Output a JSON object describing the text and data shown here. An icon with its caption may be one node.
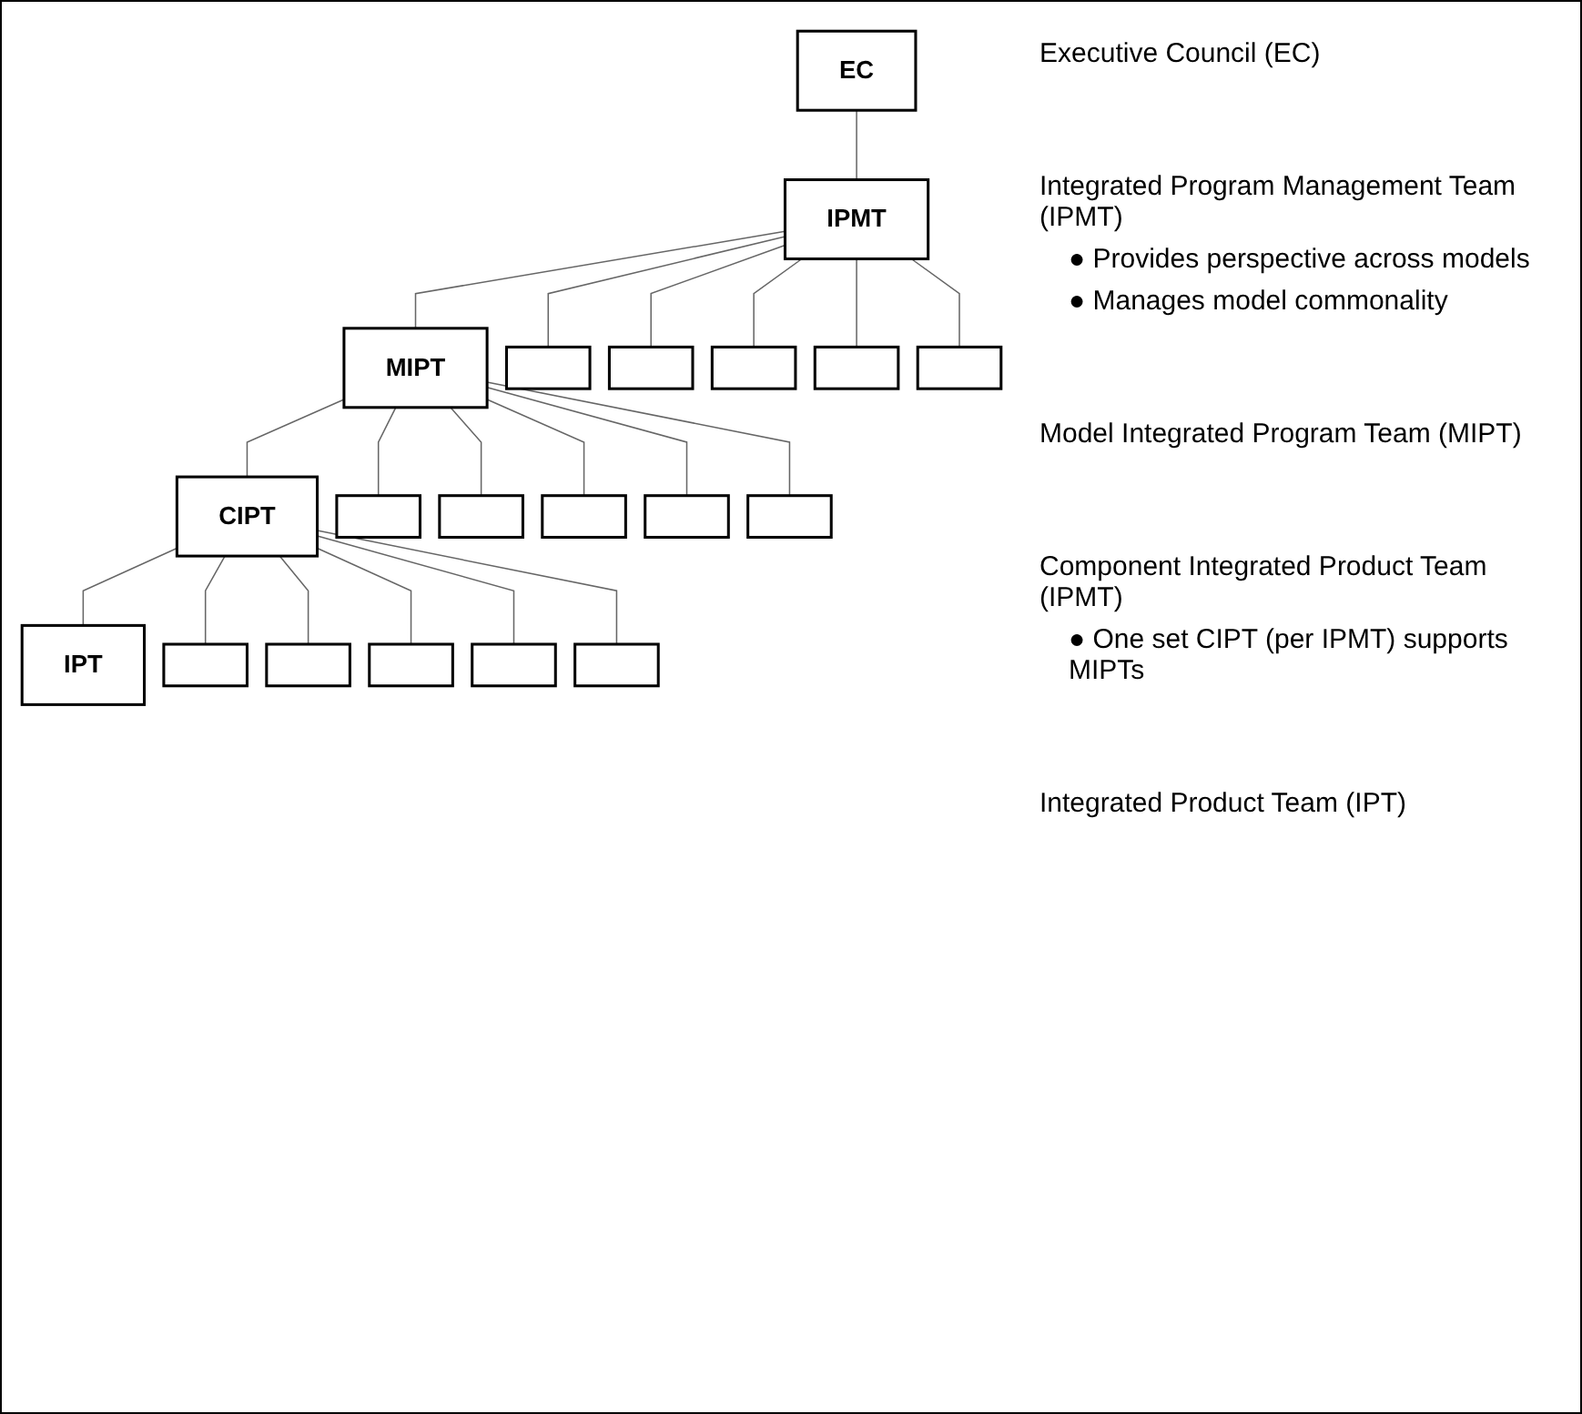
{
  "diagram": {
    "nodes": [
      {
        "text": [
          "EC"
        ]
      },
      {
        "text": [
          "IPMT"
        ]
      },
      {
        "text": [
          "MIPT"
        ]
      },
      {
        "text": [],
        "shape": "box"
      },
      {
        "text": [],
        "shape": "box"
      },
      {
        "text": [],
        "shape": "box"
      },
      {
        "text": [],
        "shape": "box"
      },
      {
        "text": [],
        "shape": "box"
      },
      {
        "text": [
          "CIPT"
        ]
      },
      {
        "text": [],
        "shape": "box"
      },
      {
        "text": [],
        "shape": "box"
      },
      {
        "text": [],
        "shape": "box"
      },
      {
        "text": [],
        "shape": "box"
      },
      {
        "text": [],
        "shape": "box"
      },
      {
        "text": [
          "IPT"
        ]
      },
      {
        "text": [],
        "shape": "box"
      },
      {
        "text": [],
        "shape": "box"
      },
      {
        "text": [],
        "shape": "box"
      },
      {
        "text": [],
        "shape": "box"
      },
      {
        "text": [],
        "shape": "box"
      }
    ],
    "edges": [
      {
        "from": 0,
        "to": 1,
        "arrow": "none"
      },
      {
        "from": 1,
        "to": 2,
        "arrow": "none"
      },
      {
        "from": 1,
        "to": 3,
        "arrow": "none"
      },
      {
        "from": 1,
        "to": 4,
        "arrow": "none"
      },
      {
        "from": 1,
        "to": 5,
        "arrow": "none"
      },
      {
        "from": 1,
        "to": 6,
        "arrow": "none"
      },
      {
        "from": 1,
        "to": 7,
        "arrow": "none"
      },
      {
        "from": 2,
        "to": 8,
        "arrow": "none"
      },
      {
        "from": 2,
        "to": 9,
        "arrow": "none"
      },
      {
        "from": 2,
        "to": 10,
        "arrow": "none"
      },
      {
        "from": 2,
        "to": 11,
        "arrow": "none"
      },
      {
        "from": 2,
        "to": 12,
        "arrow": "none"
      },
      {
        "from": 2,
        "to": 13,
        "arrow": "none"
      },
      {
        "from": 8,
        "to": 14,
        "arrow": "none"
      },
      {
        "from": 8,
        "to": 15,
        "arrow": "none"
      },
      {
        "from": 8,
        "to": 16,
        "arrow": "none"
      },
      {
        "from": 8,
        "to": 17,
        "arrow": "none"
      },
      {
        "from": 8,
        "to": 18,
        "arrow": "none"
      },
      {
        "from": 8,
        "to": 19,
        "arrow": "none"
      }
    ],
    "labels": [
      "Executive Council (EC)",
      "Integrated Program Management Team (IPMT)",
      "● Provides perspective across models",
      "● Manages model commonality",
      "Model Integrated Program Team (MIPT)",
      "Component Integrated Product Team (IPMT)",
      "● One set CIPT (per IPMT) supports MIPTs",
      "Integrated Product Team (IPT)"
    ]
  }
}
